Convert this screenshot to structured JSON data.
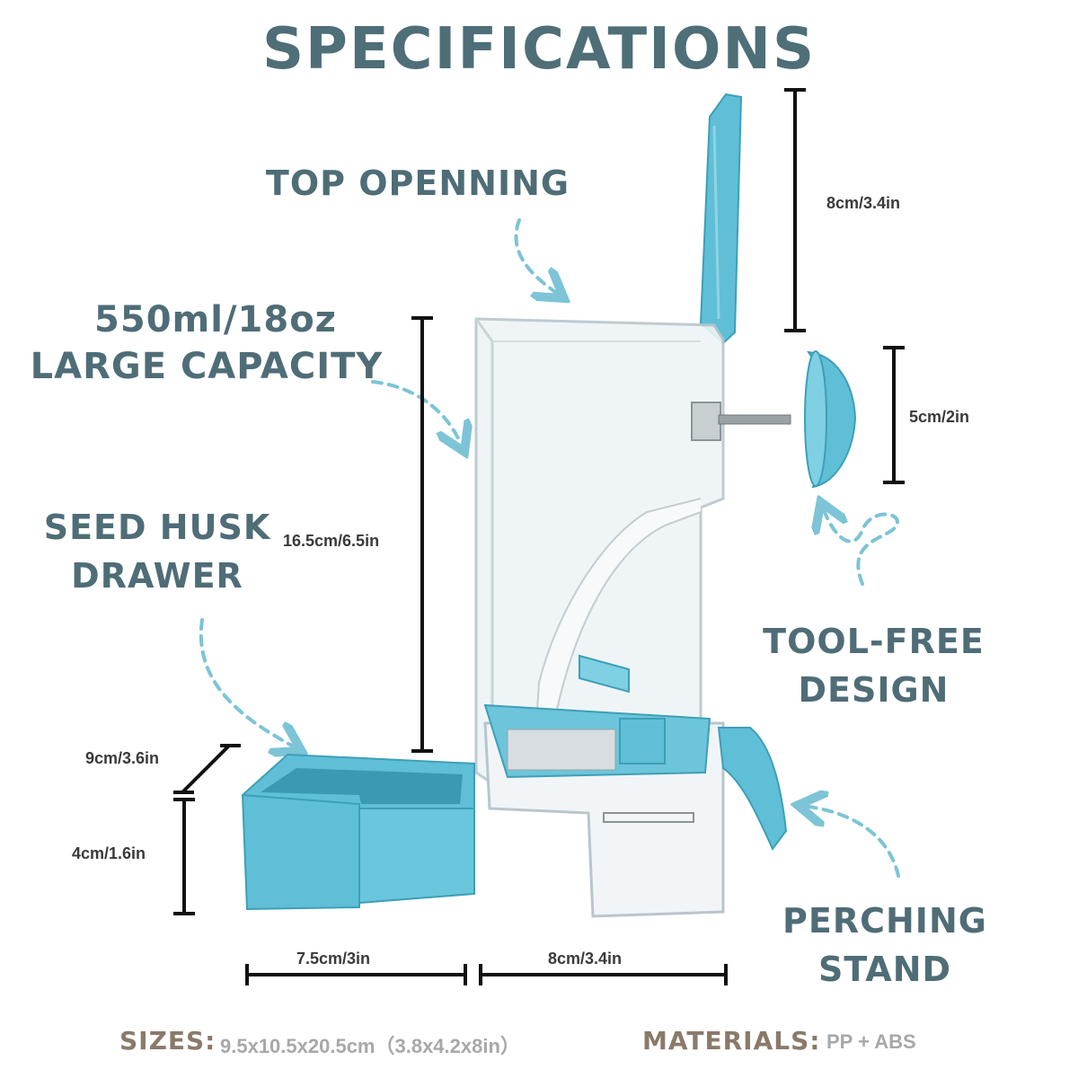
{
  "title": "SPECIFICATIONS",
  "features": {
    "top_opening": "TOP OPENNING",
    "capacity_line1": "550ml/18oz",
    "capacity_line2": "LARGE CAPACITY",
    "drawer_line1": "SEED HUSK",
    "drawer_line2": "DRAWER",
    "toolfree_line1": "TOOL-FREE",
    "toolfree_line2": "DESIGN",
    "perch_line1": "PERCHING",
    "perch_line2": "STAND"
  },
  "dimensions": {
    "lid_height": "8cm/3.4in",
    "knob_height": "5cm/2in",
    "body_height": "16.5cm/6.5in",
    "drawer_depth": "9cm/3.6in",
    "drawer_height": "4cm/1.6in",
    "drawer_width": "7.5cm/3in",
    "body_width": "8cm/3.4in"
  },
  "footer": {
    "sizes_label": "SIZES:",
    "sizes_value": "9.5x10.5x20.5cm（3.8x4.2x8in）",
    "materials_label": "MATERIALS:",
    "materials_value": "PP + ABS"
  },
  "colors": {
    "accent_blue": "#5fbfd6",
    "heading": "#4e6e78",
    "footer_label": "#8a7a6a"
  }
}
